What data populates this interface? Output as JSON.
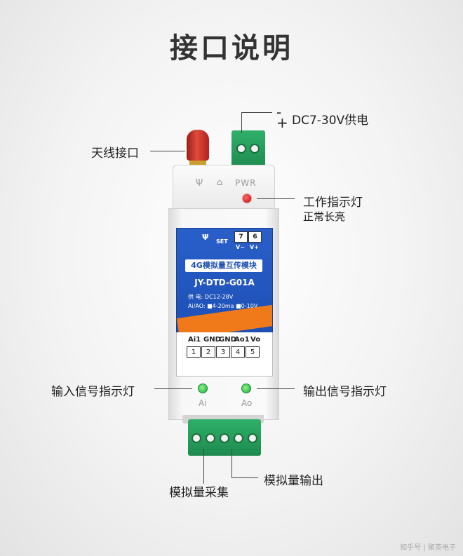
{
  "title": "接口说明",
  "labels": {
    "antenna": "天线接口",
    "power": "DC7-30V供电",
    "minus": "-",
    "plus": "+",
    "work_led": "工作指示灯",
    "work_led_sub": "正常长亮",
    "input_led": "输入信号指示灯",
    "output_led": "输出信号指示灯",
    "analog_in": "模拟量采集",
    "analog_out": "模拟量输出"
  },
  "device": {
    "pwr": "PWR",
    "sticker_name": "4G模拟量互传模块",
    "model": "JY-DTD-G01A",
    "supply": "供  电: DC12-28V",
    "aio": "Ai/AO: ■4-20ma ■0-10V",
    "set": "SET",
    "pin7": "7",
    "pin6": "6",
    "vminus": "V−",
    "vplus": "V+",
    "term_labels": [
      "Ai1",
      "GND",
      "GND",
      "Ao1",
      "Vo"
    ],
    "term_numbers": [
      "1",
      "2",
      "3",
      "4",
      "5"
    ],
    "ai": "Ai",
    "ao": "Ao"
  },
  "watermark": "知乎号 | 聚英电子",
  "colors": {
    "sticker_blue": "#1d4fb5",
    "accent_orange": "#f07a1a",
    "terminal_green": "#1e8a4f",
    "led_red": "#c50000",
    "led_green": "#1cae3a",
    "antenna_red": "#c52a22"
  },
  "icons": [
    "antenna-icon",
    "set-button-icon"
  ]
}
